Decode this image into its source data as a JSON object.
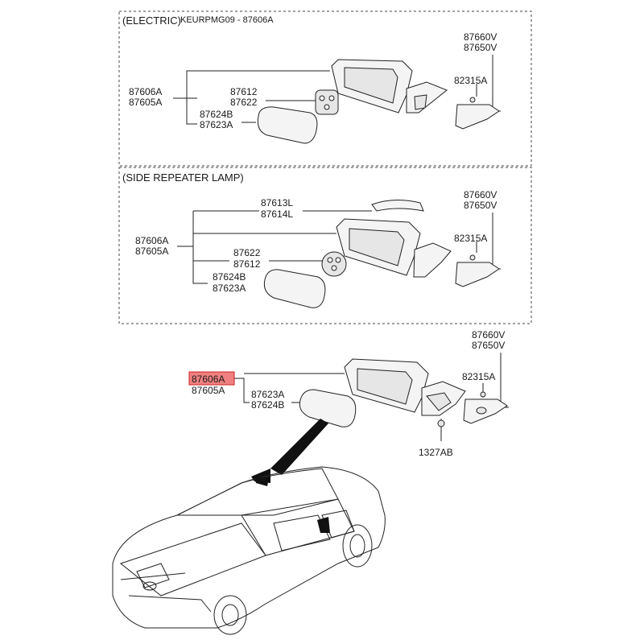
{
  "header": {
    "vehicle_code": "KEURPMG09 - 87606A"
  },
  "sections": [
    {
      "title": "(ELECTRIC)",
      "labels": {
        "part_87606A": "87606A",
        "part_87605A": "87605A",
        "part_87612": "87612",
        "part_87622": "87622",
        "part_87624B": "87624B",
        "part_87623A": "87623A",
        "part_87660V": "87660V",
        "part_87650V": "87650V",
        "part_82315A": "82315A"
      }
    },
    {
      "title": "(SIDE REPEATER LAMP)",
      "labels": {
        "part_87613L": "87613L",
        "part_87614L": "87614L",
        "part_87606A": "87606A",
        "part_87605A": "87605A",
        "part_87622": "87622",
        "part_87612": "87612",
        "part_87624B": "87624B",
        "part_87623A": "87623A",
        "part_87660V": "87660V",
        "part_87650V": "87650V",
        "part_82315A": "82315A"
      }
    }
  ],
  "main_assembly": {
    "highlighted_part": "87606A",
    "labels": {
      "part_87605A": "87605A",
      "part_87623A": "87623A",
      "part_87624B": "87624B",
      "part_87660V": "87660V",
      "part_87650V": "87650V",
      "part_82315A": "82315A",
      "part_1327AB": "1327AB"
    }
  },
  "colors": {
    "highlight_fill": "#f08080",
    "highlight_stroke": "#d02020",
    "line": "#222222"
  }
}
